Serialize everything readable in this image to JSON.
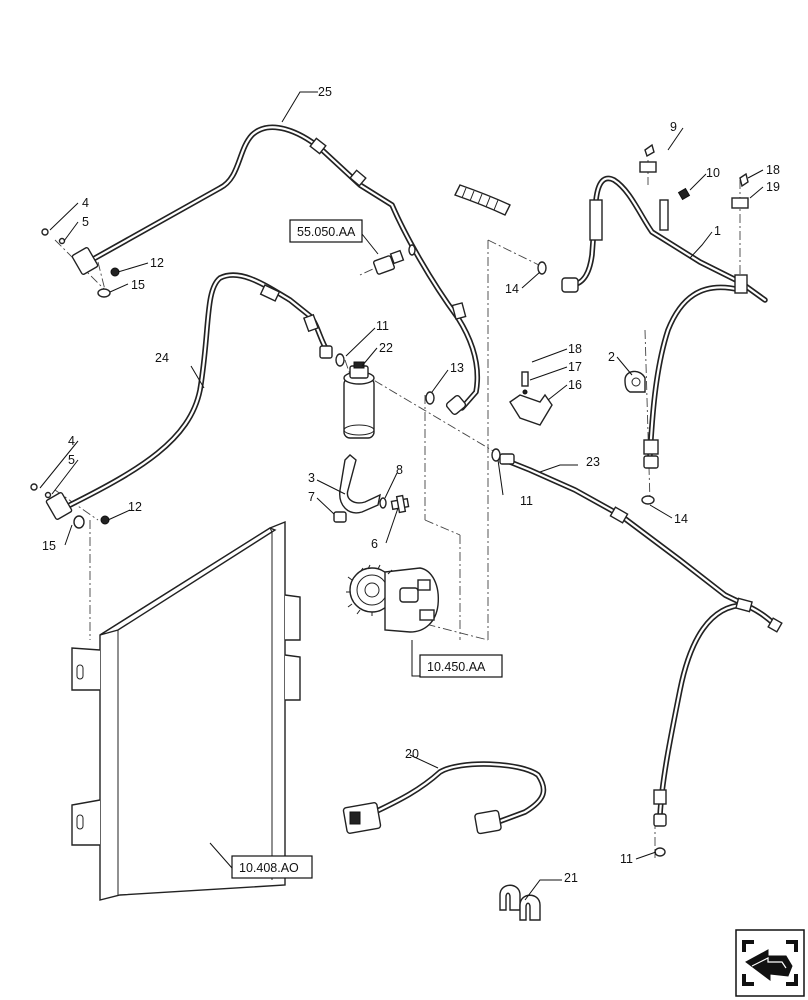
{
  "callouts": {
    "c1": "1",
    "c2": "2",
    "c3": "3",
    "c4a": "4",
    "c4b": "4",
    "c5a": "5",
    "c5b": "5",
    "c6": "6",
    "c7": "7",
    "c8": "8",
    "c9": "9",
    "c10": "10",
    "c11a": "11",
    "c11b": "11",
    "c11c": "11",
    "c12a": "12",
    "c12b": "12",
    "c13": "13",
    "c14a": "14",
    "c14b": "14",
    "c15a": "15",
    "c15b": "15",
    "c16": "16",
    "c17": "17",
    "c18a": "18",
    "c18b": "18",
    "c19": "19",
    "c20": "20",
    "c21": "21",
    "c22": "22",
    "c23": "23",
    "c24": "24",
    "c25": "25"
  },
  "references": {
    "ref_55050": "55.050.AA",
    "ref_10450": "10.450.AA",
    "ref_10408": "10.408.AO"
  },
  "nav_icon": "next-page-arrow-icon"
}
